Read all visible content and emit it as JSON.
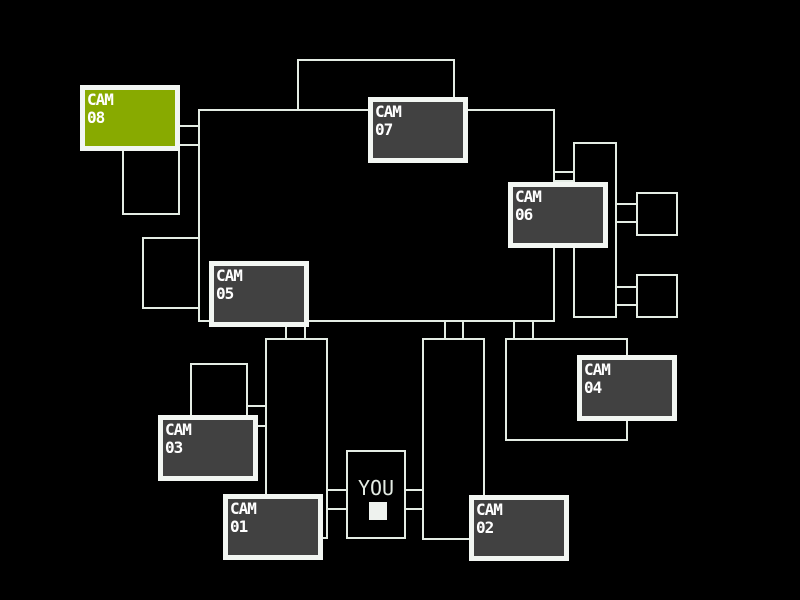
{
  "map": {
    "cameras": [
      {
        "id": "08",
        "line1": "CAM",
        "line2": "08",
        "active": true
      },
      {
        "id": "07",
        "line1": "CAM",
        "line2": "07",
        "active": false
      },
      {
        "id": "06",
        "line1": "CAM",
        "line2": "06",
        "active": false
      },
      {
        "id": "05",
        "line1": "CAM",
        "line2": "05",
        "active": false
      },
      {
        "id": "04",
        "line1": "CAM",
        "line2": "04",
        "active": false
      },
      {
        "id": "03",
        "line1": "CAM",
        "line2": "03",
        "active": false
      },
      {
        "id": "01",
        "line1": "CAM",
        "line2": "01",
        "active": false
      },
      {
        "id": "02",
        "line1": "CAM",
        "line2": "02",
        "active": false
      }
    ],
    "you_label": "YOU",
    "colors": {
      "active": "#88aa00",
      "inactive": "#414141",
      "lines": "#e4ece4"
    }
  }
}
